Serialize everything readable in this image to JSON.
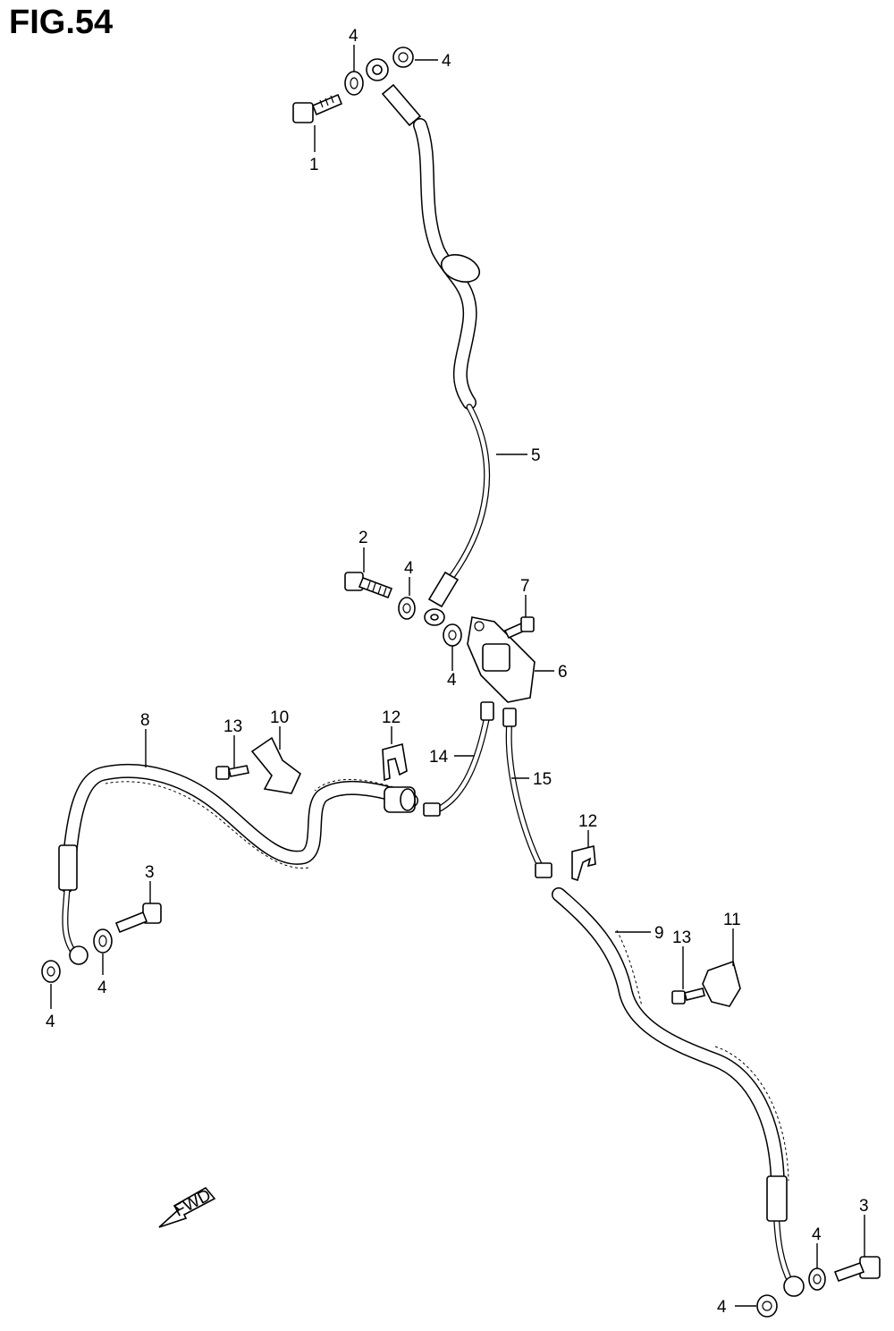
{
  "figure": {
    "title": "FIG.54"
  },
  "callouts": [
    {
      "id": "c1",
      "text": "1"
    },
    {
      "id": "c4a",
      "text": "4"
    },
    {
      "id": "c4b",
      "text": "4"
    },
    {
      "id": "c5",
      "text": "5"
    },
    {
      "id": "c2",
      "text": "2"
    },
    {
      "id": "c4c",
      "text": "4"
    },
    {
      "id": "c7",
      "text": "7"
    },
    {
      "id": "c6",
      "text": "6"
    },
    {
      "id": "c4d",
      "text": "4"
    },
    {
      "id": "c8",
      "text": "8"
    },
    {
      "id": "c13a",
      "text": "13"
    },
    {
      "id": "c10",
      "text": "10"
    },
    {
      "id": "c12a",
      "text": "12"
    },
    {
      "id": "c14",
      "text": "14"
    },
    {
      "id": "c15",
      "text": "15"
    },
    {
      "id": "c3a",
      "text": "3"
    },
    {
      "id": "c4e",
      "text": "4"
    },
    {
      "id": "c4f",
      "text": "4"
    },
    {
      "id": "c12b",
      "text": "12"
    },
    {
      "id": "c9",
      "text": "9"
    },
    {
      "id": "c11",
      "text": "11"
    },
    {
      "id": "c13b",
      "text": "13"
    },
    {
      "id": "c3b",
      "text": "3"
    },
    {
      "id": "c4g",
      "text": "4"
    },
    {
      "id": "c4h",
      "text": "4"
    }
  ],
  "fwd_arrow": {
    "text": "FWD"
  },
  "icons": [
    "bolt-icon",
    "washer-icon",
    "brake-hose-icon",
    "clamp-icon",
    "joint-icon",
    "fwd-arrow-icon"
  ]
}
